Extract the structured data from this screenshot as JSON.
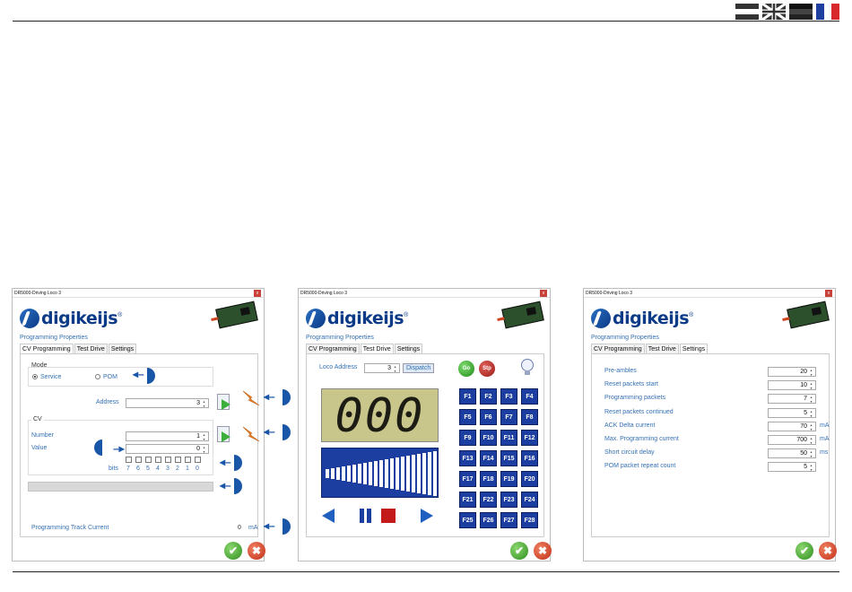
{
  "flags": [
    {
      "icon": "dutch-flag-icon"
    },
    {
      "icon": "uk-flag-icon"
    },
    {
      "icon": "german-flag-icon"
    },
    {
      "icon": "french-flag-icon"
    }
  ],
  "windows": {
    "title": "DR5000-Driving Loco 3",
    "close": "x",
    "logo": "digikeijs",
    "logo_mark": "®",
    "properties_label": "Programming Properties",
    "tabs": [
      "CV Programming",
      "Test Drive",
      "Settings"
    ]
  },
  "cv": {
    "mode_label": "Mode",
    "mode_service": "Service",
    "mode_pom": "POM",
    "address_label": "Address",
    "address_value": "3",
    "cv_label": "CV",
    "number_label": "Number",
    "number_value": "1",
    "value_label": "Value",
    "value_value": "0",
    "bits_label": "bits",
    "bits": [
      "7",
      "6",
      "5",
      "4",
      "3",
      "2",
      "1",
      "0"
    ],
    "current_label": "Programming Track Current",
    "current_value": "0",
    "current_unit": "mA"
  },
  "drive": {
    "loco_address_label": "Loco Address",
    "loco_address_value": "3",
    "dispatch_label": "Dispatch",
    "go_label": "Go",
    "stop_label": "Stp",
    "speed_display": "000",
    "function_keys": [
      "F1",
      "F2",
      "F3",
      "F4",
      "F5",
      "F6",
      "F7",
      "F8",
      "F9",
      "F10",
      "F11",
      "F12",
      "F13",
      "F14",
      "F15",
      "F16",
      "F17",
      "F18",
      "F19",
      "F20",
      "F21",
      "F22",
      "F23",
      "F24",
      "F25",
      "F26",
      "F27",
      "F28"
    ]
  },
  "settings": {
    "rows": [
      {
        "label": "Pre-ambles",
        "value": "20",
        "unit": ""
      },
      {
        "label": "Reset packets start",
        "value": "10",
        "unit": ""
      },
      {
        "label": "Programming packets",
        "value": "7",
        "unit": ""
      },
      {
        "label": "Reset packets continued",
        "value": "5",
        "unit": ""
      },
      {
        "label": "ACK Delta current",
        "value": "70",
        "unit": "mA"
      },
      {
        "label": "Max. Programming current",
        "value": "700",
        "unit": "mA"
      },
      {
        "label": "Short circuit delay",
        "value": "50",
        "unit": "ms"
      },
      {
        "label": "POM packet repeat count",
        "value": "5",
        "unit": ""
      }
    ]
  },
  "colors": {
    "accent": "#3470b4",
    "brand": "#0b3a86",
    "fkey": "#1c3ea0",
    "lcd": "#c9c68b"
  }
}
